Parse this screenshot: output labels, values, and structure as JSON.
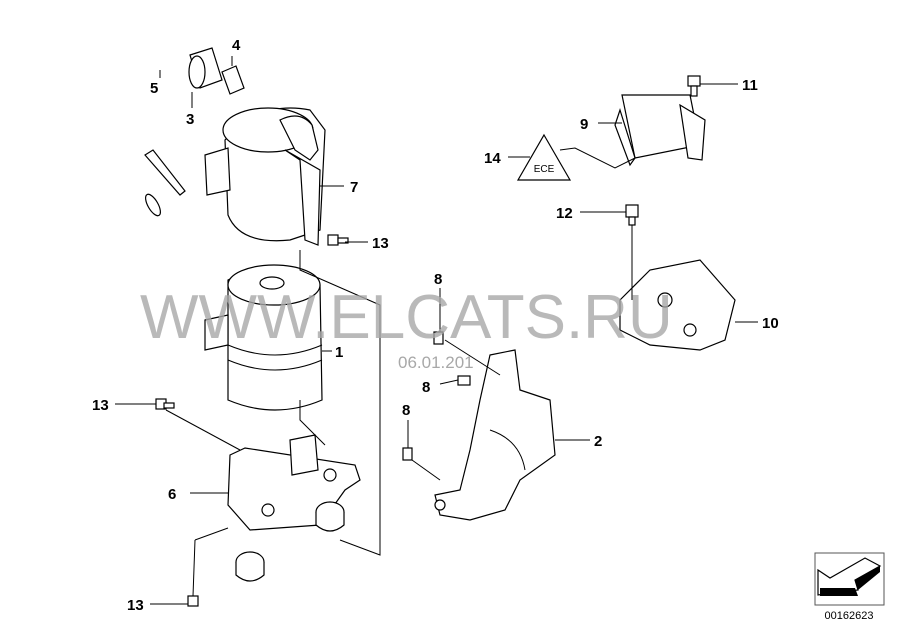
{
  "diagram": {
    "labels": {
      "l1": "1",
      "l2": "2",
      "l3": "3",
      "l4": "4",
      "l5": "5",
      "l6": "6",
      "l7": "7",
      "l8a": "8",
      "l8b": "8",
      "l8c": "8",
      "l9": "9",
      "l10": "10",
      "l11": "11",
      "l12": "12",
      "l13a": "13",
      "l13b": "13",
      "l13c": "13",
      "l14": "14"
    },
    "watermark": "WWW.ELCATS.RU",
    "watermark_date": "06.01.201",
    "triangle_text": "ECE",
    "diagram_code": "00162623"
  }
}
